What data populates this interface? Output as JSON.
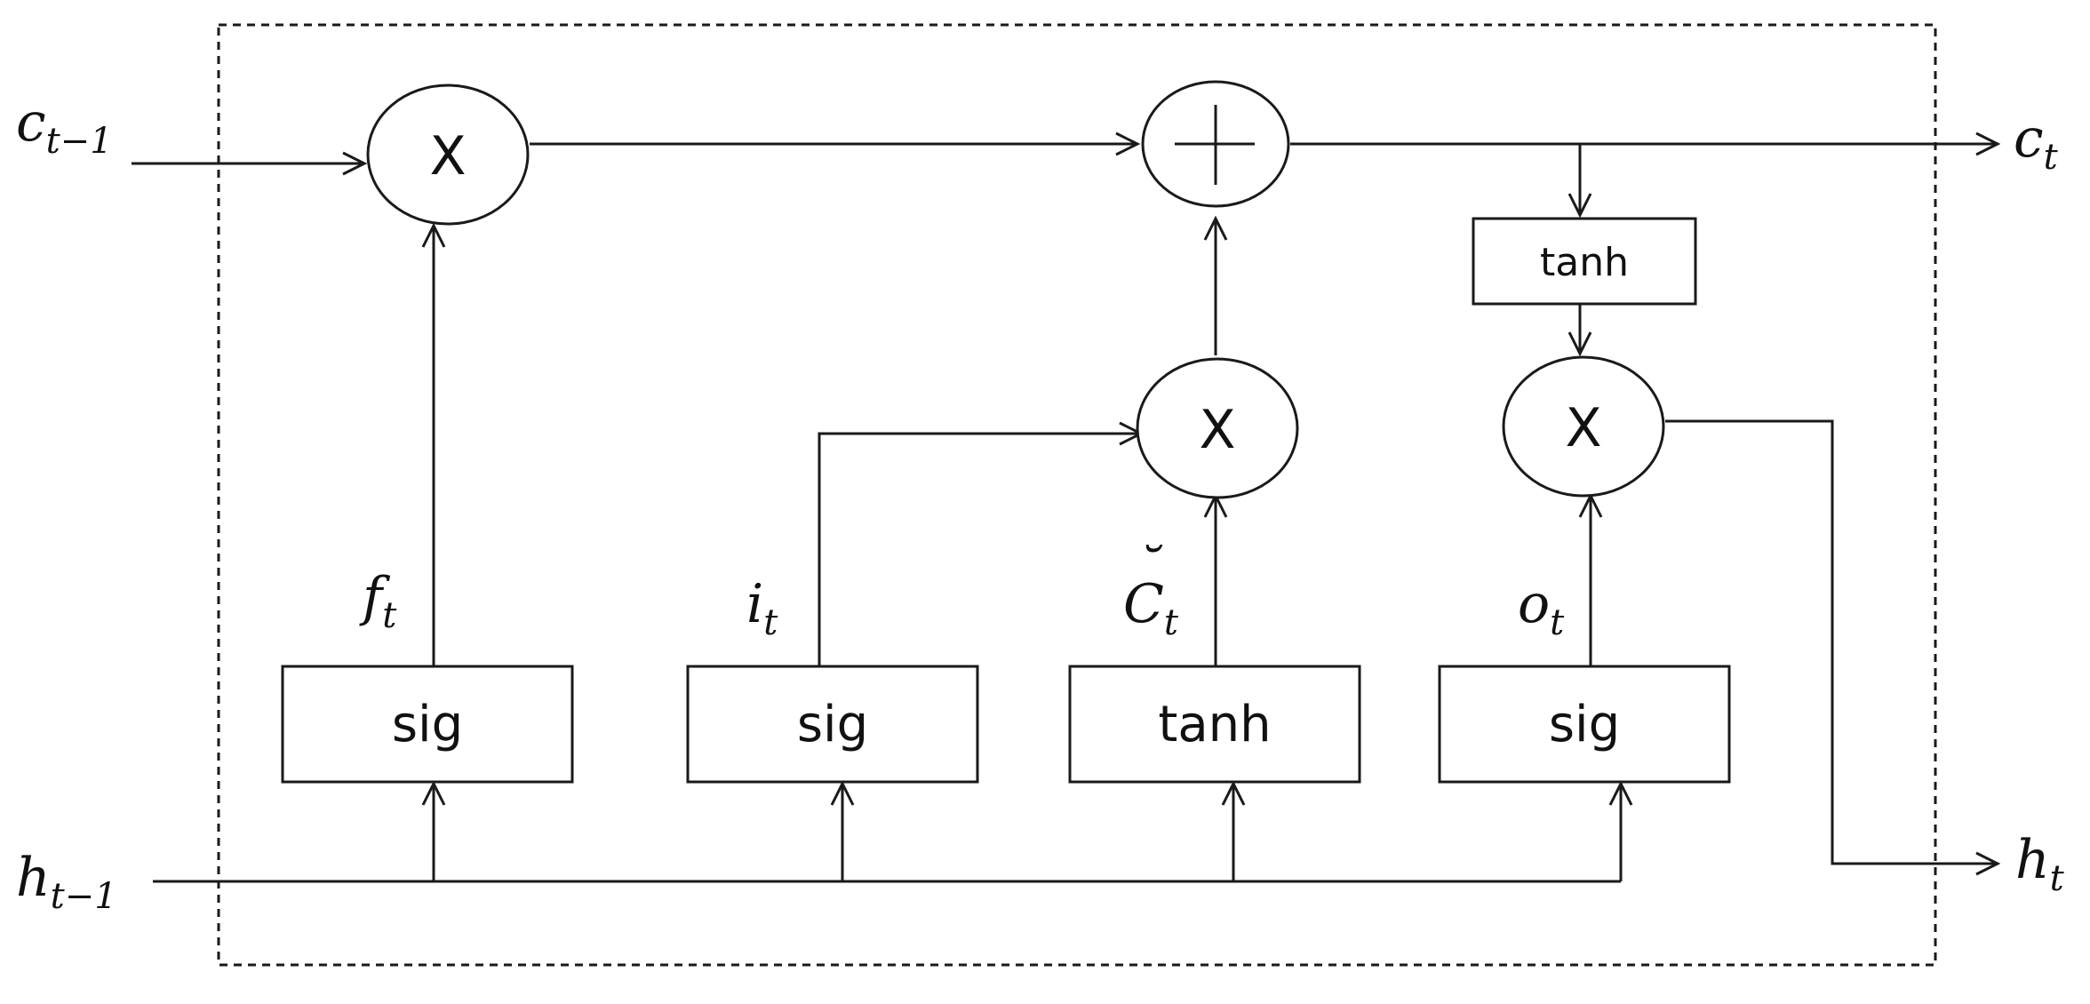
{
  "diagram": {
    "inputs": {
      "c_prev": {
        "base": "c",
        "sub": "t−1"
      },
      "h_prev": {
        "base": "h",
        "sub": "t−1"
      }
    },
    "outputs": {
      "c_out": {
        "base": "c",
        "sub": "t"
      },
      "h_out": {
        "base": "h",
        "sub": "t"
      }
    },
    "operators": {
      "forget_mult": "X",
      "input_mult": "X",
      "output_mult": "X",
      "add": "+"
    },
    "gates": [
      {
        "id": "forget",
        "label": "sig",
        "var": {
          "base": "f",
          "sub": "t"
        }
      },
      {
        "id": "input",
        "label": "sig",
        "var": {
          "base": "i",
          "sub": "t"
        }
      },
      {
        "id": "candidate",
        "label": "tanh",
        "var": {
          "base": "C",
          "sub": "t",
          "accent": "˘"
        }
      },
      {
        "id": "output",
        "label": "sig",
        "var": {
          "base": "o",
          "sub": "t"
        }
      }
    ],
    "cell_tanh_label": "tanh"
  }
}
